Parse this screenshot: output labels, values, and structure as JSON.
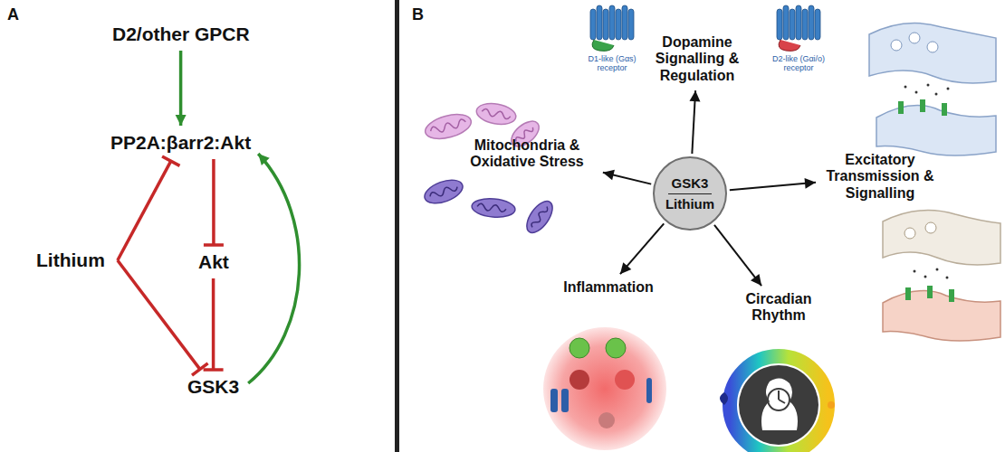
{
  "diagram": {
    "nodes": [
      {
        "text": [
          "D2/other GPCR"
        ]
      },
      {
        "text": [
          "PP2A:βarr2:Akt"
        ]
      },
      {
        "text": [
          "Lithium"
        ]
      },
      {
        "text": [
          "Akt"
        ]
      },
      {
        "text": [
          "GSK3"
        ]
      },
      {
        "text": [
          "Dopamine Signalling & Regulation"
        ]
      },
      {
        "text": [
          "Mitochondria & Oxidative Stress"
        ]
      },
      {
        "text": [
          "GSK3",
          "Lithium"
        ]
      },
      {
        "text": [
          "Excitatory Transmission & Signalling"
        ]
      },
      {
        "text": [
          "Inflammation"
        ]
      },
      {
        "text": [
          "Circadian Rhythm"
        ]
      }
    ],
    "edges": [
      {
        "from": 0,
        "to": 1,
        "arrow": "to"
      },
      {
        "from": 1,
        "to": 3,
        "arrow": "to"
      },
      {
        "from": 3,
        "to": 4,
        "arrow": "to"
      },
      {
        "from": 4,
        "to": 1,
        "arrow": "to"
      },
      {
        "from": 2,
        "to": 1,
        "arrow": "to"
      },
      {
        "from": 2,
        "to": 4,
        "arrow": "to"
      },
      {
        "from": 7,
        "to": 5,
        "arrow": "to"
      },
      {
        "from": 7,
        "to": 6,
        "arrow": "to"
      },
      {
        "from": 7,
        "to": 8,
        "arrow": "to"
      },
      {
        "from": 7,
        "to": 9,
        "arrow": "to"
      },
      {
        "from": 7,
        "to": 10,
        "arrow": "to"
      }
    ],
    "labels": [
      "A",
      "B",
      "D1-like (Gαs) receptor",
      "D2-like (Gαi/o) receptor"
    ]
  }
}
